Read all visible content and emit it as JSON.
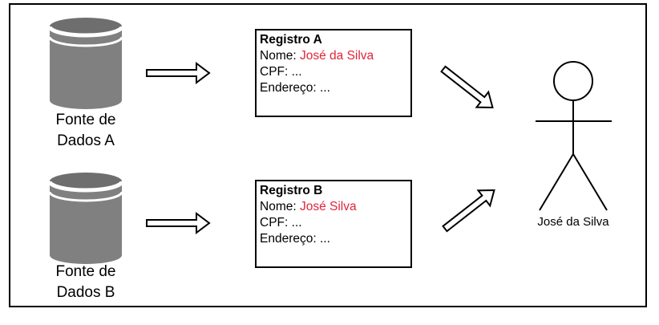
{
  "sources": [
    {
      "label_line1": "Fonte de",
      "label_line2": "Dados A"
    },
    {
      "label_line1": "Fonte de",
      "label_line2": "Dados B"
    }
  ],
  "records": [
    {
      "title": "Registro A",
      "name_key": "Nome: ",
      "name_value": "José da Silva",
      "cpf": "CPF: ...",
      "address": "Endereço: ..."
    },
    {
      "title": "Registro B",
      "name_key": "Nome: ",
      "name_value": "José Silva",
      "cpf": "CPF: ...",
      "address": "Endereço: ..."
    }
  ],
  "person": {
    "label": "José da Silva"
  },
  "colors": {
    "accent": "#e0253a",
    "cylinder_body": "#808080",
    "cylinder_top": "#6e6e6e"
  },
  "icons": [
    "database-icon",
    "arrow-right-icon",
    "arrow-down-right-icon",
    "arrow-up-right-icon",
    "person-icon"
  ]
}
